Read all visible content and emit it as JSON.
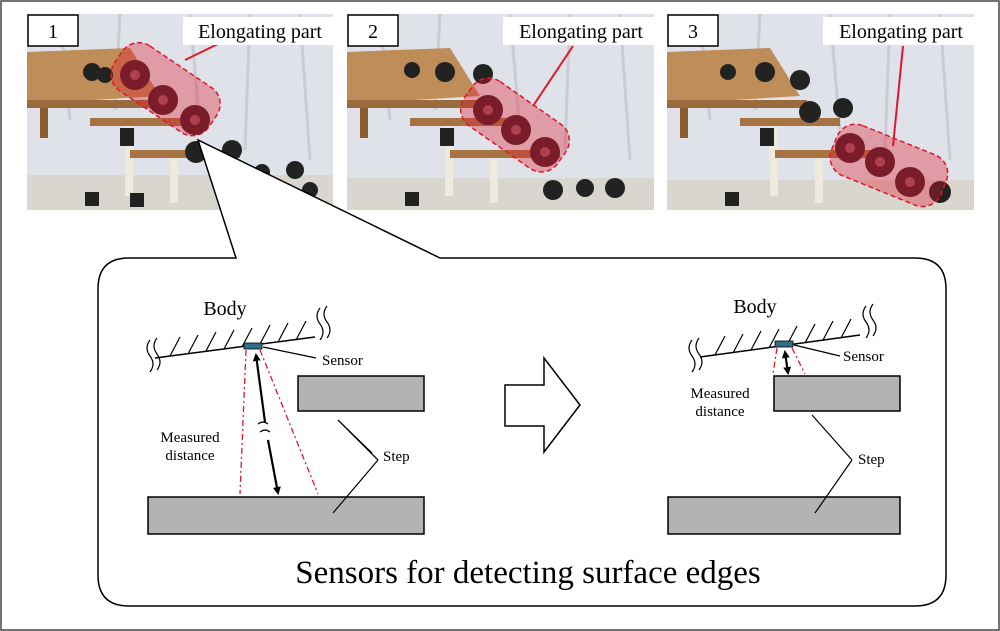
{
  "photos": [
    {
      "number": "1",
      "label": "Elongating part"
    },
    {
      "number": "2",
      "label": "Elongating part"
    },
    {
      "number": "3",
      "label": "Elongating part"
    }
  ],
  "left_diagram": {
    "body": "Body",
    "sensor": "Sensor",
    "measured_line1": "Measured",
    "measured_line2": "distance",
    "step": "Step"
  },
  "right_diagram": {
    "body": "Body",
    "sensor": "Sensor",
    "measured_line1": "Measured",
    "measured_line2": "distance",
    "step": "Step"
  },
  "caption": "Sensors for detecting surface edges",
  "colors": {
    "highlight_red": "#e0162b",
    "step_gray": "#b3b3b3",
    "sensor_blue": "#2f6f8a",
    "wood": "#b88552",
    "wall": "#dfe2e8"
  }
}
